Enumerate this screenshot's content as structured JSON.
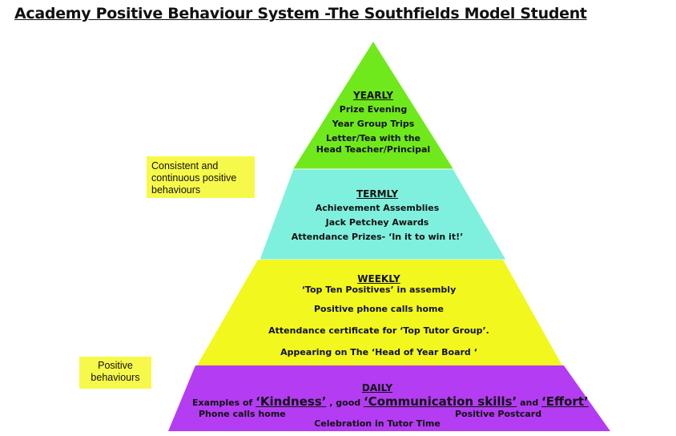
{
  "title": "Academy Positive Behaviour System -The Southfields Model Student",
  "colors": {
    "yearly": "#6fe91c",
    "termly": "#7ff0dd",
    "weekly": "#f2f71e",
    "daily": "#b43cf2",
    "note": "#f7f94a"
  },
  "notes": {
    "consistent": "Consistent and continuous positive behaviours",
    "positive": "Positive behaviours"
  },
  "yearly": {
    "heading": "YEARLY",
    "items": [
      "Prize Evening",
      "Year Group Trips",
      "Letter/Tea with the",
      "Head Teacher/Principal"
    ]
  },
  "termly": {
    "heading": "TERMLY",
    "items": [
      "Achievement Assemblies",
      "Jack Petchey Awards",
      "Attendance Prizes- ‘In it to win it!’"
    ]
  },
  "weekly": {
    "heading": "WEEKLY",
    "items": [
      "‘Top Ten Positives’ in assembly",
      "Positive phone calls home",
      "Attendance certificate for ‘Top Tutor Group’.",
      "Appearing on The ‘Head of Year Board ‘"
    ]
  },
  "daily": {
    "heading": "DAILY",
    "examples_prefix": "Examples of ",
    "kindness": "‘Kindness’",
    "good": " , good ",
    "communication": "‘Communication skills’",
    "and": " and ",
    "effort": "‘Effort’",
    "phone": "Phone calls home",
    "postcard": "Positive Postcard",
    "celebration": "Celebration in Tutor Time"
  }
}
